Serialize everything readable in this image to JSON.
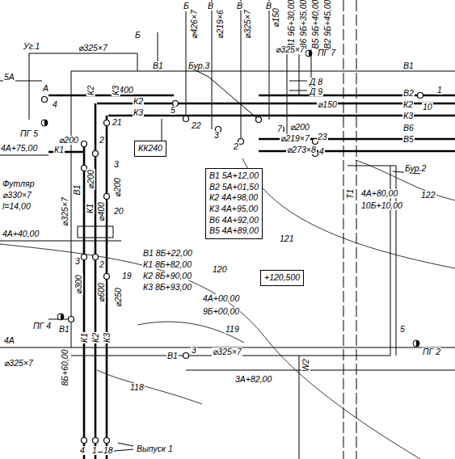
{
  "diagram": {
    "nodes": [
      {
        "text": [
          "КК240"
        ]
      },
      {
        "text": [
          "В1 5А+12,00",
          "В2 5А+01,50",
          "К2 4А+98,00",
          "К3 4А+95,00",
          "В6 4А+92,00",
          "В5 4А+89,00"
        ]
      },
      {
        "text": [
          "+120,500"
        ]
      }
    ],
    "labels": [
      "Б",
      "В",
      "В",
      "В",
      "⌀426×7",
      "⌀219×6",
      "⌀325×7",
      "⌀150",
      "В1 9Б+30,00",
      "В6 9Б+35,00",
      "В5 9Б+40,00",
      "В2 9Б+45,00",
      "Т1",
      "Уг.1",
      "⌀325×7",
      "Б",
      "В1",
      "Бур.3",
      "⌀325×7",
      "ПГ 7",
      "Д 8",
      "Д 9",
      "⌀150",
      "В1",
      "5А",
      "А",
      "4",
      "⌀400",
      "К2",
      "К3",
      "5",
      "22",
      "3",
      "2",
      "7",
      "⌀200",
      "⌀219×7",
      "23",
      "⌀273×8",
      "4",
      "В2",
      "К2",
      "К3",
      "В6",
      "В5",
      "1",
      "10",
      "Бур.2",
      "122",
      "4А+80,00",
      "10Б+10,00",
      "ПГ 5",
      "4А+75,00",
      "К1",
      "⌀200",
      "2",
      "К2",
      "К3",
      "21",
      "3",
      "В1",
      "⌀200",
      "К1",
      "⌀400",
      "⌀200",
      "20",
      "Футляр",
      "⌀330×7",
      "l=14,00",
      "⌀325×7",
      "4А+40,00",
      "3",
      "2",
      "⌀300",
      "⌀600",
      "⌀250",
      "19",
      "В1 8Б+22,00",
      "К1 8Б+82,00",
      "К2 8Б+90,00",
      "К3 8Б+93,00",
      "120",
      "121",
      "119",
      "4А+00,00",
      "9Б+00,00",
      "ПГ 4",
      "В1",
      "8Б+60,00",
      "К1",
      "К2",
      "К3",
      "4А",
      "⌀325×7",
      "3",
      "⌀325×7",
      "В1",
      "W2",
      "3А+82,00",
      "5",
      "ПГ 2",
      "118",
      "4",
      "1",
      "18",
      "Выпуск 1"
    ]
  }
}
